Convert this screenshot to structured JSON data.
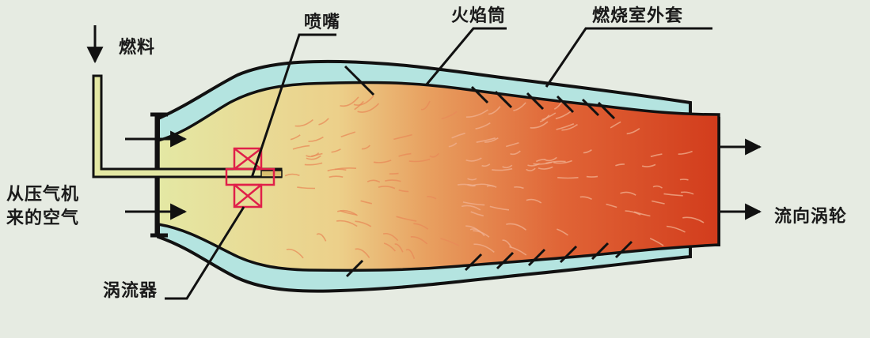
{
  "labels": {
    "fuel": "燃料",
    "nozzle": "喷嘴",
    "flame_tube": "火焰筒",
    "casing": "燃烧室外套",
    "air_line1": "从压气机",
    "air_line2": "来的空气",
    "swirler": "涡流器",
    "to_turbine": "流向涡轮"
  },
  "colors": {
    "background": "#e6ebe2",
    "annulus": "#b4e4e0",
    "flame_cool": "#e4e8a4",
    "flame_mid": "#e8a060",
    "flame_hot": "#d8401e",
    "swirler": "#e0204a",
    "outline": "#111111"
  }
}
